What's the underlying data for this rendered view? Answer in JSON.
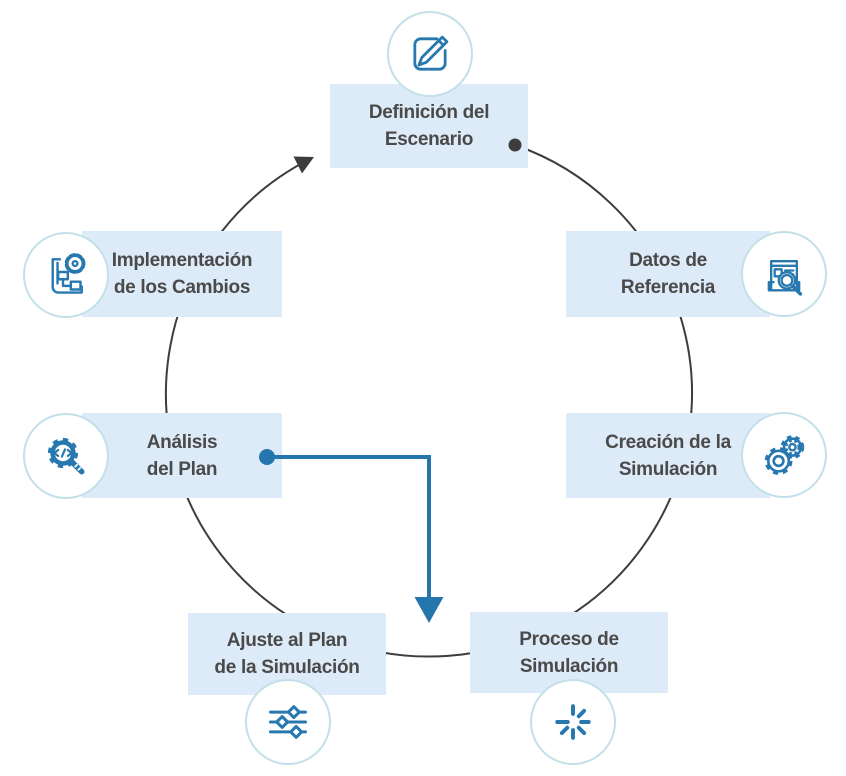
{
  "diagram": {
    "type": "cycle-process-diagram",
    "language": "es",
    "colors": {
      "box_background": "#ddeaf7",
      "icon_stroke": "#2878b0",
      "icon_circle_border": "#c3e0ea",
      "cycle_arc": "#3d3d3d",
      "label_text": "#4a4a4a",
      "shortcut_arrow": "#2576ad"
    },
    "steps": [
      {
        "id": "definicion",
        "label_line1": "Definición del",
        "label_line2": "Escenario",
        "icon": "edit-icon",
        "position": "top"
      },
      {
        "id": "datos",
        "label_line1": "Datos de",
        "label_line2": "Referencia",
        "icon": "document-search-icon",
        "position": "upper-right"
      },
      {
        "id": "creacion",
        "label_line1": "Creación de la",
        "label_line2": "Simulación",
        "icon": "gears-icon",
        "position": "lower-right"
      },
      {
        "id": "proceso",
        "label_line1": "Proceso de",
        "label_line2": "Simulación",
        "icon": "spinner-icon",
        "position": "bottom-right"
      },
      {
        "id": "ajuste",
        "label_line1": "Ajuste al Plan",
        "label_line2": "de la Simulación",
        "icon": "sliders-icon",
        "position": "bottom-left"
      },
      {
        "id": "analisis",
        "label_line1": "Análisis",
        "label_line2": "del Plan",
        "icon": "code-search-gear-icon",
        "position": "lower-left"
      },
      {
        "id": "implementacion",
        "label_line1": "Implementación",
        "label_line2": "de los Cambios",
        "icon": "blueprint-gear-icon",
        "position": "upper-left"
      }
    ],
    "connectors": {
      "cycle_direction": "clockwise",
      "cycle_start": "definicion",
      "cycle_end": "definicion",
      "shortcut": {
        "from": "analisis",
        "to": "between ajuste and proceso"
      }
    }
  }
}
